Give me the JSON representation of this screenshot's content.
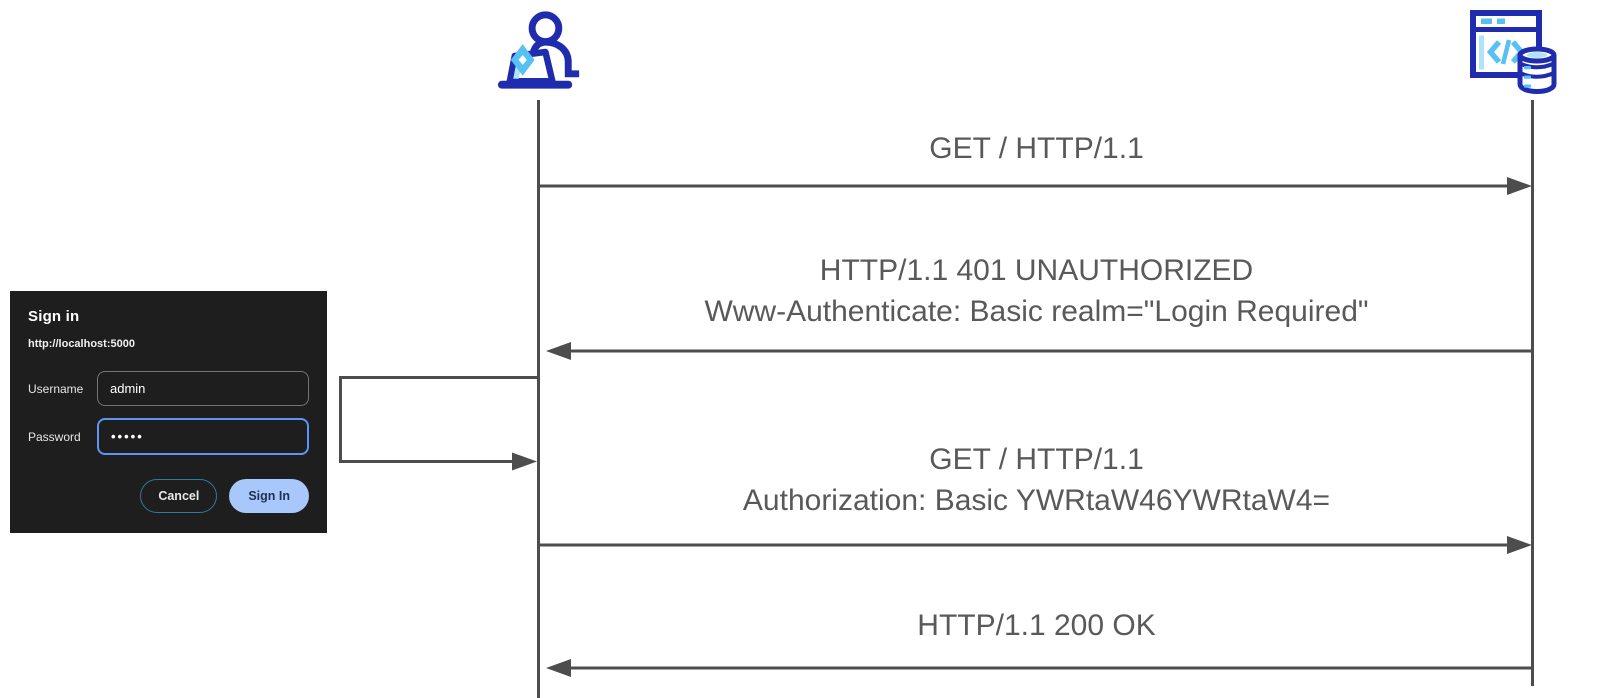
{
  "diagram": {
    "actors": [
      {
        "id": "client",
        "icon": "person-at-laptop-icon"
      },
      {
        "id": "server",
        "icon": "browser-code-database-icon"
      }
    ],
    "messages": [
      {
        "direction": "right",
        "lines": [
          "GET / HTTP/1.1"
        ]
      },
      {
        "direction": "left",
        "lines": [
          "HTTP/1.1 401 UNAUTHORIZED",
          "Www-Authenticate: Basic realm=\"Login Required\""
        ]
      },
      {
        "direction": "right",
        "lines": [
          "GET / HTTP/1.1",
          "Authorization: Basic YWRtaW46YWRtaW4="
        ]
      },
      {
        "direction": "left",
        "lines": [
          "HTTP/1.1 200 OK"
        ]
      }
    ],
    "colors": {
      "line": "#4d4d4d",
      "text": "#595959",
      "icon_navy": "#202cae",
      "icon_blue": "#58c0f4",
      "icon_pale_blue": "#b0e2fa"
    }
  },
  "signin_dialog": {
    "title": "Sign in",
    "url": "http://localhost:5000",
    "username": {
      "label": "Username",
      "value": "admin"
    },
    "password": {
      "label": "Password",
      "value": "•••••"
    },
    "buttons": {
      "cancel": "Cancel",
      "signin": "Sign In"
    },
    "colors": {
      "background": "#1e1e1f",
      "focus_border": "#5c95f5",
      "signin_bg": "#a8c7fa",
      "cancel_border": "#2e7c9e"
    }
  }
}
